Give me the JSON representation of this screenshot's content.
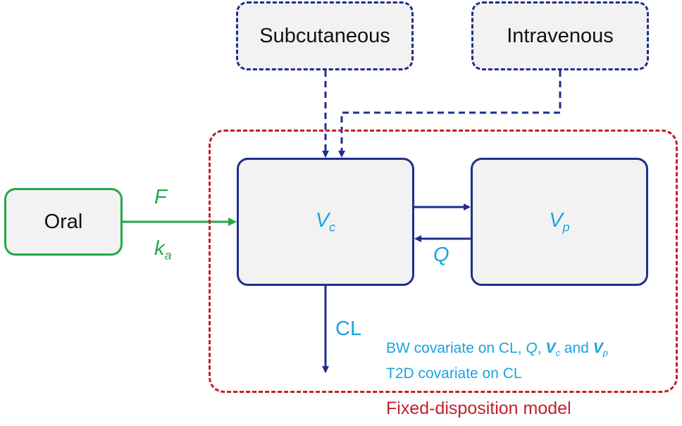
{
  "routes": {
    "subcutaneous": "Subcutaneous",
    "intravenous": "Intravenous",
    "oral": "Oral"
  },
  "oral_params": {
    "F": "F",
    "ka_k": "k",
    "ka_sub": "a"
  },
  "compartments": {
    "central_v": "V",
    "central_sub": "c",
    "peripheral_v": "V",
    "peripheral_sub": "p"
  },
  "flows": {
    "Q": "Q",
    "CL": "CL"
  },
  "covariates": {
    "line1_prefix": "BW covariate on CL, ",
    "line1_Q": "Q",
    "line1_sep": ", ",
    "line1_V1": "V",
    "line1_V1_sub": "c",
    "line1_and": " and ",
    "line1_V2": "V",
    "line1_V2_sub": "p",
    "line2": "T2D covariate on CL"
  },
  "model_label": "Fixed-disposition model",
  "colors": {
    "route_border": "#1f2e8c",
    "oral_border": "#22a84a",
    "model_border": "#c21f2f",
    "param_text": "#1aa3e0",
    "box_fill": "#f2f2f2"
  }
}
